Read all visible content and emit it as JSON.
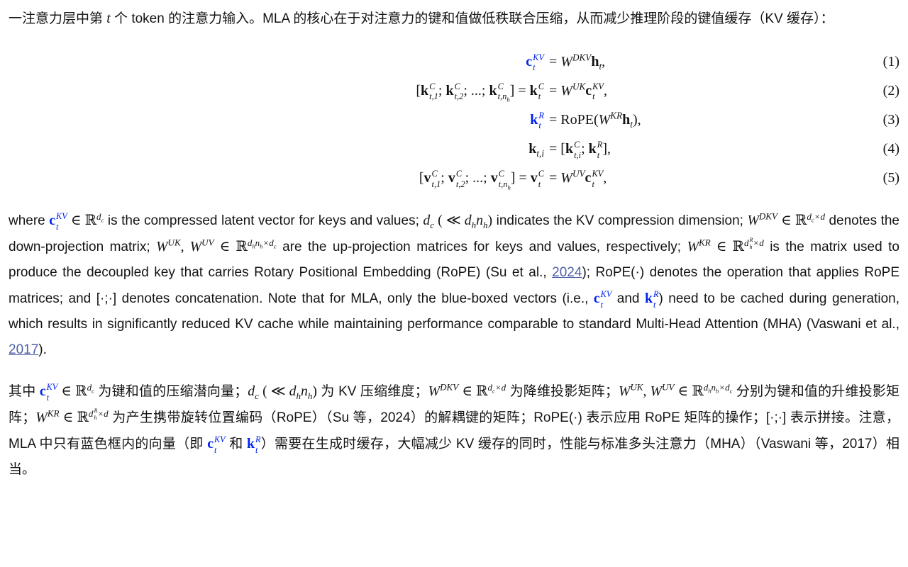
{
  "colors": {
    "math-blue": "#0022ee",
    "link-color": "#4f5fa8",
    "text-color": "#141414",
    "page-bg": "#ffffff"
  },
  "doc": {
    "intro_zh": "一注意力层中第 <span class='m'><i>t</i></span> 个 token 的注意力输入。MLA 的核心在于对注意力的键和值做低秩联合压缩，从而减少推理阶段的键值缓存（KV 缓存）：",
    "para_en": "where <span class='m'><span class='bl'><b>c</b><span class='ss'><span class='u'>KV</span><span class='d'>t</span></span></span> ∈ ℝ<sup>d<sub>c</sub></sup></span> is the compressed latent vector for keys and values; <span class='m'><i>d</i><sub>c</sub> ( ≪ <i>d</i><sub>h</sub><i>n</i><sub>h</sub>)</span> indicates the KV compression dimension; <span class='m'><i>W</i><sup>DKV</sup> ∈ ℝ<sup>d<sub>c</sub>×d</sup></span> denotes the down-projection matrix; <span class='m'><i>W</i><sup>UK</sup>, <i>W</i><sup>UV</sup> ∈ ℝ<sup>d<sub>h</sub>n<sub>h</sub>×d<sub>c</sub></sup></span> are the up-projection matrices for keys and values, respectively; <span class='m'><i>W</i><sup>KR</sup> ∈ ℝ<sup>d<span class='ss'><span class='u'>R</span><span class='d'>h</span></span>×d</sup></span> is the matrix used to produce the decoupled key that carries Rotary Positional Embedding (RoPE) (Su et al., <a class='cite' data-name='citation-su-2024' data-interactable='true'>2024</a>); RoPE(·) denotes the operation that applies RoPE matrices; and [·;·] denotes concatenation. Note that for MLA, only the blue-boxed vectors (i.e., <span class='m bl'><b>c</b><span class='ss'><span class='u'>KV</span><span class='d'>t</span></span></span> and <span class='m bl'><b>k</b><span class='ss'><span class='u'>R</span><span class='d'>t</span></span></span>) need to be cached during generation, which results in significantly reduced KV cache while maintaining performance comparable to standard Multi-Head Attention (MHA) (Vaswani et al., <a class='cite' data-name='citation-vaswani-2017' data-interactable='true'>2017</a>).",
    "para_zh": "其中 <span class='m'><span class='bl'><b>c</b><span class='ss'><span class='u'>KV</span><span class='d'>t</span></span></span> ∈ ℝ<sup>d<sub>c</sub></sup></span> 为键和值的压缩潜向量；<span class='m'><i>d</i><sub>c</sub> ( ≪ <i>d</i><sub>h</sub><i>n</i><sub>h</sub>)</span> 为 KV 压缩维度；<span class='m'><i>W</i><sup>DKV</sup> ∈ ℝ<sup>d<sub>c</sub>×d</sup></span> 为降维投影矩阵；<span class='m'><i>W</i><sup>UK</sup>, <i>W</i><sup>UV</sup> ∈ ℝ<sup>d<sub>h</sub>n<sub>h</sub>×d<sub>c</sub></sup></span> 分别为键和值的升维投影矩阵；<span class='m'><i>W</i><sup>KR</sup> ∈ ℝ<sup>d<span class='ss'><span class='u'>R</span><span class='d'>h</span></span>×d</sup></span> 为产生携带旋转位置编码（RoPE）（Su 等，2024）的解耦键的矩阵；RoPE(·) 表示应用 RoPE 矩阵的操作；[·;·] 表示拼接。注意，MLA 中只有蓝色框内的向量（即 <span class='m bl'><b>c</b><span class='ss'><span class='u'>KV</span><span class='d'>t</span></span></span> 和 <span class='m bl'><b>k</b><span class='ss'><span class='u'>R</span><span class='d'>t</span></span></span>）需要在生成时缓存，大幅减少 KV 缓存的同时，性能与标准多头注意力（MHA）（Vaswani 等，2017）相当。"
  },
  "equations": [
    {
      "lhs": "<span class='bl'><b>c</b><span class='ss'><span class='u'>KV</span><span class='d'>t</span></span></span>",
      "rhs": "= <i>W</i><sup>DKV</sup><b>h</b><sub>t</sub>,",
      "num": "(1)"
    },
    {
      "lhs": "[<b>k</b><span class='ss'><span class='u'>C</span><span class='d'>t,1</span></span>; <b>k</b><span class='ss'><span class='u'>C</span><span class='d'>t,2</span></span>; ...; <b>k</b><span class='ss'><span class='u'>C</span><span class='d'>t,n<sub>h</sub></span></span>] = <b>k</b><span class='ss'><span class='u'>C</span><span class='d'>t</span></span>",
      "rhs": "= <i>W</i><sup>UK</sup><b>c</b><span class='ss'><span class='u'>KV</span><span class='d'>t</span></span>,",
      "num": "(2)"
    },
    {
      "lhs": "<span class='bl'><b>k</b><span class='ss'><span class='u'>R</span><span class='d'>t</span></span></span>",
      "rhs": "= RoPE(<i>W</i><sup>KR</sup><b>h</b><sub>t</sub>),",
      "num": "(3)"
    },
    {
      "lhs": "<b>k</b><sub>t,i</sub>",
      "rhs": "= [<b>k</b><span class='ss'><span class='u'>C</span><span class='d'>t,i</span></span>; <b>k</b><span class='ss'><span class='u'>R</span><span class='d'>t</span></span>],",
      "num": "(4)"
    },
    {
      "lhs": "[<b>v</b><span class='ss'><span class='u'>C</span><span class='d'>t,1</span></span>; <b>v</b><span class='ss'><span class='u'>C</span><span class='d'>t,2</span></span>; ...; <b>v</b><span class='ss'><span class='u'>C</span><span class='d'>t,n<sub>h</sub></span></span>] = <b>v</b><span class='ss'><span class='u'>C</span><span class='d'>t</span></span>",
      "rhs": "= <i>W</i><sup>UV</sup><b>c</b><span class='ss'><span class='u'>KV</span><span class='d'>t</span></span>,",
      "num": "(5)"
    }
  ]
}
